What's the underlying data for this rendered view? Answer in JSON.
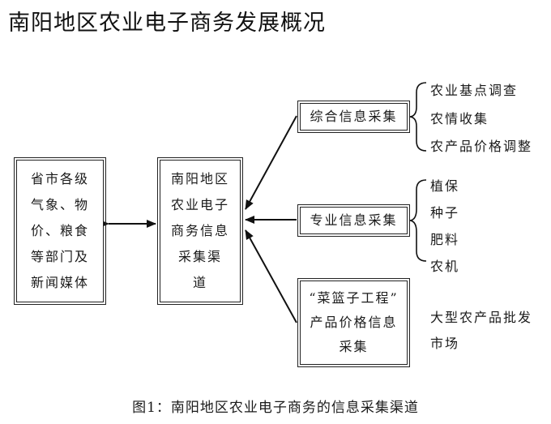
{
  "title": "南阳地区农业电子商务发展概况",
  "diagram": {
    "left_box": [
      "省市各级",
      "气象、物",
      "价、粮食",
      "等部门及",
      "新闻媒体"
    ],
    "center_box": [
      "南阳地区",
      "农业电子",
      "商务信息",
      "采集渠",
      "道"
    ],
    "channel_1": {
      "label": "综合信息采集",
      "items": [
        "农业基点调查",
        "农情收集",
        "农产品价格调整"
      ]
    },
    "channel_2": {
      "label": "专业信息采集",
      "items": [
        "植保",
        "种子",
        "肥料",
        "农机"
      ]
    },
    "channel_3": {
      "lines": [
        "“菜篮子工程”",
        "产品价格信息",
        "采集"
      ],
      "items": [
        "大型农产品批发",
        "市场"
      ]
    }
  },
  "caption": "图1：南阳地区农业电子商务的信息采集渠道"
}
